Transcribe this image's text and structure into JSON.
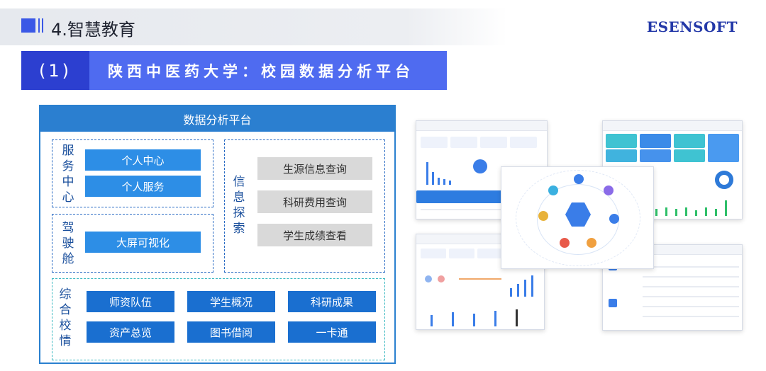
{
  "header": {
    "title": "4.智慧教育",
    "brand": "ESENSOFT"
  },
  "section": {
    "number": "(1)",
    "title": "陕西中医药大学：校园数据分析平台"
  },
  "platform": {
    "title": "数据分析平台",
    "service_center": {
      "label": [
        "服",
        "务",
        "中",
        "心"
      ],
      "items": [
        "个人中心",
        "个人服务"
      ]
    },
    "cockpit": {
      "label": [
        "驾",
        "驶",
        "舱"
      ],
      "items": [
        "大屏可视化"
      ]
    },
    "info_explore": {
      "label": [
        "信",
        "息",
        "探",
        "索"
      ],
      "items": [
        "生源信息查询",
        "科研费用查询",
        "学生成绩查看"
      ]
    },
    "overview": {
      "label": [
        "综",
        "合",
        "校",
        "情"
      ],
      "items": [
        "师资队伍",
        "学生概况",
        "科研成果",
        "资产总览",
        "图书借阅",
        "一卡通"
      ]
    }
  },
  "colors": {
    "accent_dark": "#2c3fd0",
    "accent": "#4f6bf0",
    "platform_blue": "#2b7fd0",
    "button_blue": "#2d8ee6",
    "button_gray": "#d9d9d9",
    "brand": "#2338a8"
  }
}
